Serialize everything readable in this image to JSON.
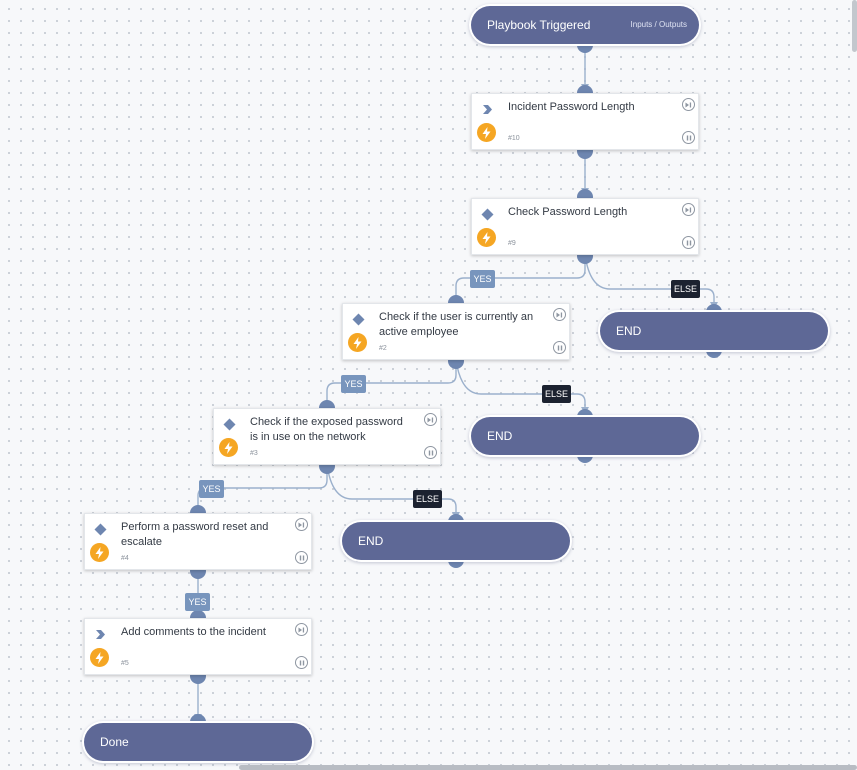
{
  "start": {
    "label": "Playbook Triggered",
    "io_link": "Inputs / Outputs"
  },
  "tasks": [
    {
      "name": "Incident Password Length",
      "num": "#10",
      "icon": "chevron-right-icon"
    },
    {
      "name": "Check Password Length",
      "num": "#9",
      "icon": "diamond-icon"
    },
    {
      "name": "Check if the user is currently an active employee",
      "num": "#2",
      "icon": "diamond-icon"
    },
    {
      "name": "Check if the exposed password is in use on the network",
      "num": "#3",
      "icon": "diamond-icon"
    },
    {
      "name": "Perform a password reset and escalate",
      "num": "#4",
      "icon": "diamond-icon"
    },
    {
      "name": "Add comments to the incident",
      "num": "#5",
      "icon": "chevron-right-icon"
    }
  ],
  "ends": [
    "END",
    "END",
    "END"
  ],
  "done": {
    "label": "Done"
  },
  "conditions": {
    "yes": "YES",
    "else": "ELSE"
  },
  "colors": {
    "pill": "#5e6896",
    "yes": "#7895bd",
    "else": "#1c2230",
    "run": "#f5a623",
    "edge": "#9bb0cc"
  }
}
